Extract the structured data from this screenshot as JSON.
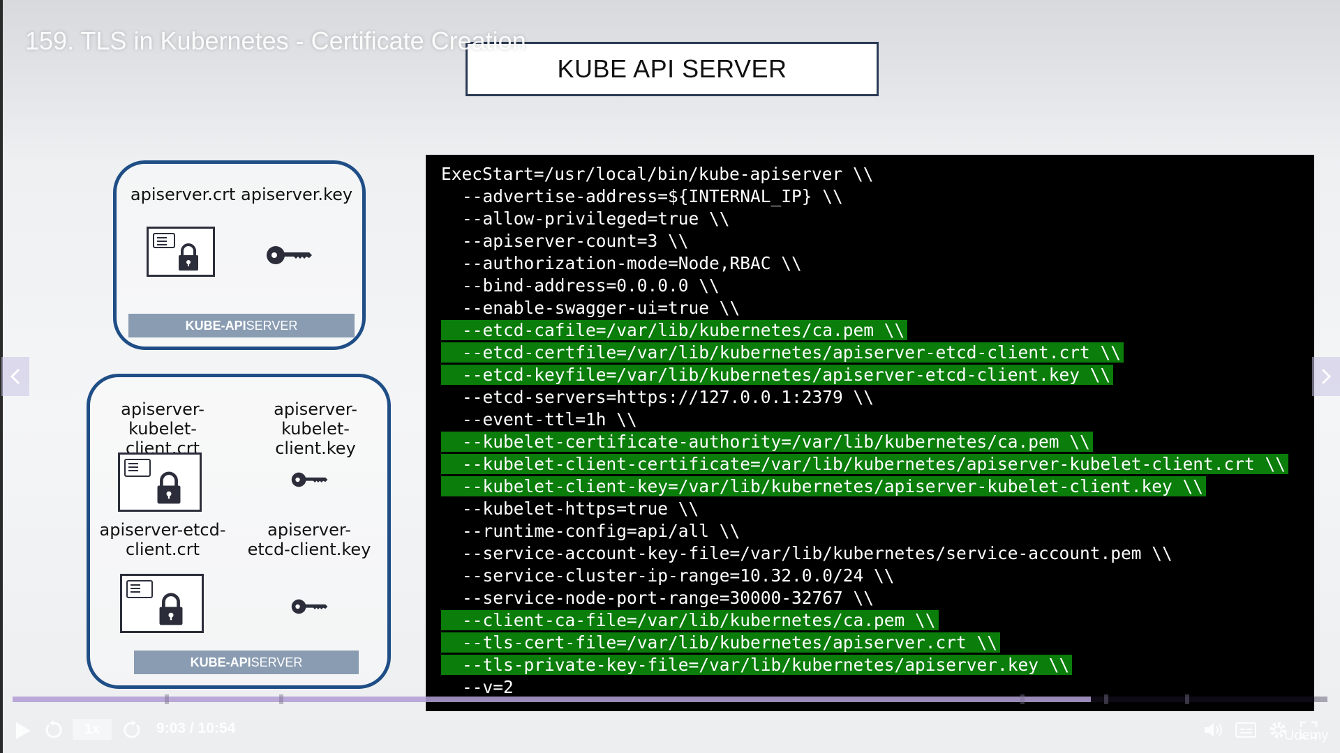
{
  "player": {
    "video_title": "159. TLS in Kubernetes - Certificate Creation",
    "speed_label": "1x",
    "time_label": "9:03 / 10:54",
    "progress": 0.82,
    "brand": "Udemy"
  },
  "slide": {
    "title": "KUBE API SERVER",
    "top_box": {
      "cert_label": "apiserver.crt",
      "key_label": "apiserver.key",
      "server_bold": "KUBE-API",
      "server_rest": " SERVER"
    },
    "bottom_box": {
      "kubelet_cert_label": [
        "apiserver-",
        "kubelet-client.crt"
      ],
      "kubelet_key_label": [
        "apiserver-kubelet-",
        "client.key"
      ],
      "etcd_cert_label": [
        "apiserver-etcd-",
        "client.crt"
      ],
      "etcd_key_label": [
        "apiserver-",
        "etcd-client.key"
      ],
      "server_bold": "KUBE-API",
      "server_rest": " SERVER"
    }
  },
  "terminal": {
    "lines": [
      {
        "text": "ExecStart=/usr/local/bin/kube-apiserver \\\\",
        "indent": false,
        "highlight": false
      },
      {
        "text": "--advertise-address=${INTERNAL_IP} \\\\",
        "indent": true,
        "highlight": false
      },
      {
        "text": "--allow-privileged=true \\\\",
        "indent": true,
        "highlight": false
      },
      {
        "text": "--apiserver-count=3 \\\\",
        "indent": true,
        "highlight": false
      },
      {
        "text": "--authorization-mode=Node,RBAC \\\\",
        "indent": true,
        "highlight": false
      },
      {
        "text": "--bind-address=0.0.0.0 \\\\",
        "indent": true,
        "highlight": false
      },
      {
        "text": "--enable-swagger-ui=true \\\\",
        "indent": true,
        "highlight": false
      },
      {
        "text": "--etcd-cafile=/var/lib/kubernetes/ca.pem \\\\",
        "indent": true,
        "highlight": true
      },
      {
        "text": "--etcd-certfile=/var/lib/kubernetes/apiserver-etcd-client.crt \\\\",
        "indent": true,
        "highlight": true
      },
      {
        "text": "--etcd-keyfile=/var/lib/kubernetes/apiserver-etcd-client.key \\\\",
        "indent": true,
        "highlight": true
      },
      {
        "text": "--etcd-servers=https://127.0.0.1:2379 \\\\",
        "indent": true,
        "highlight": false
      },
      {
        "text": "--event-ttl=1h \\\\",
        "indent": true,
        "highlight": false
      },
      {
        "text": "--kubelet-certificate-authority=/var/lib/kubernetes/ca.pem \\\\",
        "indent": true,
        "highlight": true
      },
      {
        "text": "--kubelet-client-certificate=/var/lib/kubernetes/apiserver-kubelet-client.crt \\\\",
        "indent": true,
        "highlight": true
      },
      {
        "text": "--kubelet-client-key=/var/lib/kubernetes/apiserver-kubelet-client.key \\\\",
        "indent": true,
        "highlight": true
      },
      {
        "text": "--kubelet-https=true \\\\",
        "indent": true,
        "highlight": false
      },
      {
        "text": "--runtime-config=api/all \\\\",
        "indent": true,
        "highlight": false
      },
      {
        "text": "--service-account-key-file=/var/lib/kubernetes/service-account.pem \\\\",
        "indent": true,
        "highlight": false
      },
      {
        "text": "--service-cluster-ip-range=10.32.0.0/24 \\\\",
        "indent": true,
        "highlight": false
      },
      {
        "text": "--service-node-port-range=30000-32767 \\\\",
        "indent": true,
        "highlight": false
      },
      {
        "text": "--client-ca-file=/var/lib/kubernetes/ca.pem \\\\",
        "indent": true,
        "highlight": true
      },
      {
        "text": "--tls-cert-file=/var/lib/kubernetes/apiserver.crt \\\\",
        "indent": true,
        "highlight": true
      },
      {
        "text": "--tls-private-key-file=/var/lib/kubernetes/apiserver.key \\\\",
        "indent": true,
        "highlight": true
      },
      {
        "text": "--v=2",
        "indent": true,
        "highlight": false
      }
    ]
  },
  "icons": {
    "certificate": "certificate-icon",
    "key": "key-icon",
    "play": "play-icon",
    "rewind": "rewind-icon",
    "forward": "forward-icon",
    "volume": "volume-icon",
    "captions": "captions-icon",
    "settings": "settings-icon",
    "fullscreen": "fullscreen-icon"
  },
  "colors": {
    "highlight": "#0a7d0a",
    "box_border": "#1f4e86",
    "server_bar": "#8a9cb2"
  }
}
